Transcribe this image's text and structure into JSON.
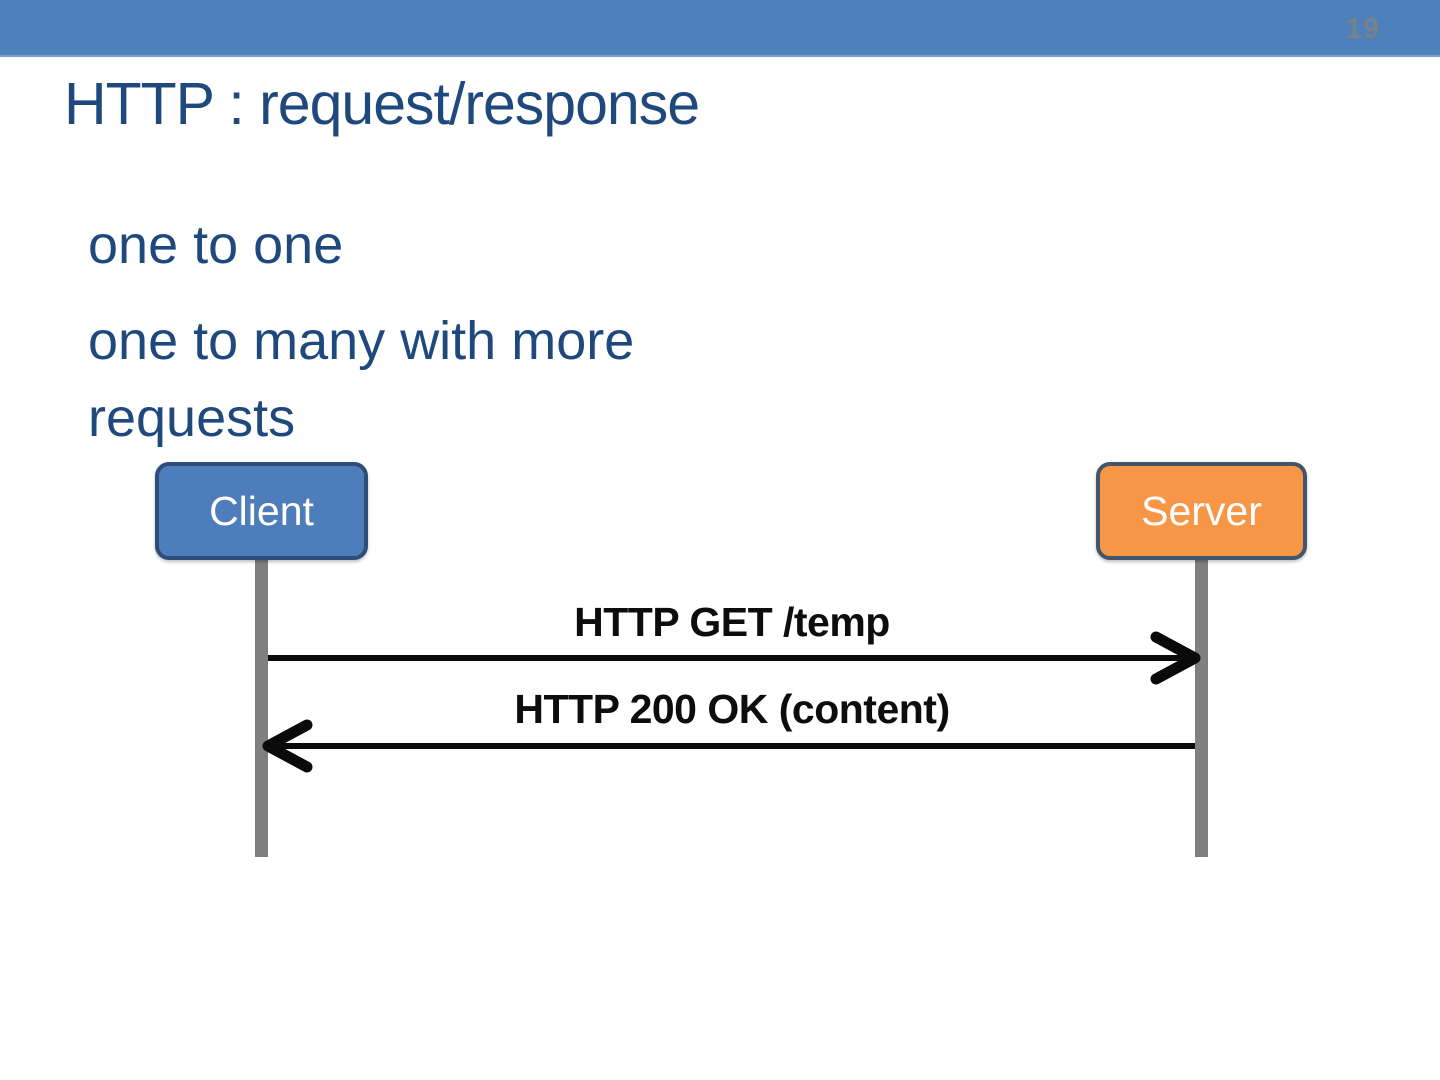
{
  "slide": {
    "number": "19",
    "title": "HTTP : request/response",
    "bullets": {
      "line1": "one to one",
      "line2": "one to many with more requests"
    }
  },
  "diagram": {
    "client_label": "Client",
    "server_label": "Server",
    "messages": [
      {
        "label": "HTTP GET /temp",
        "direction": "client-to-server"
      },
      {
        "label": "HTTP 200 OK (content)",
        "direction": "server-to-client"
      }
    ]
  },
  "colors": {
    "top_bar": "#4e80bc",
    "title_text": "#1f497d",
    "body_text": "#1f497d",
    "client_fill": "#4d7ebb",
    "client_border": "#2e4e79",
    "server_fill": "#f79646",
    "server_border": "#44546a",
    "lifeline": "#7f7f7f",
    "arrow": "#0a0a0a",
    "slide_number": "#76828e"
  }
}
